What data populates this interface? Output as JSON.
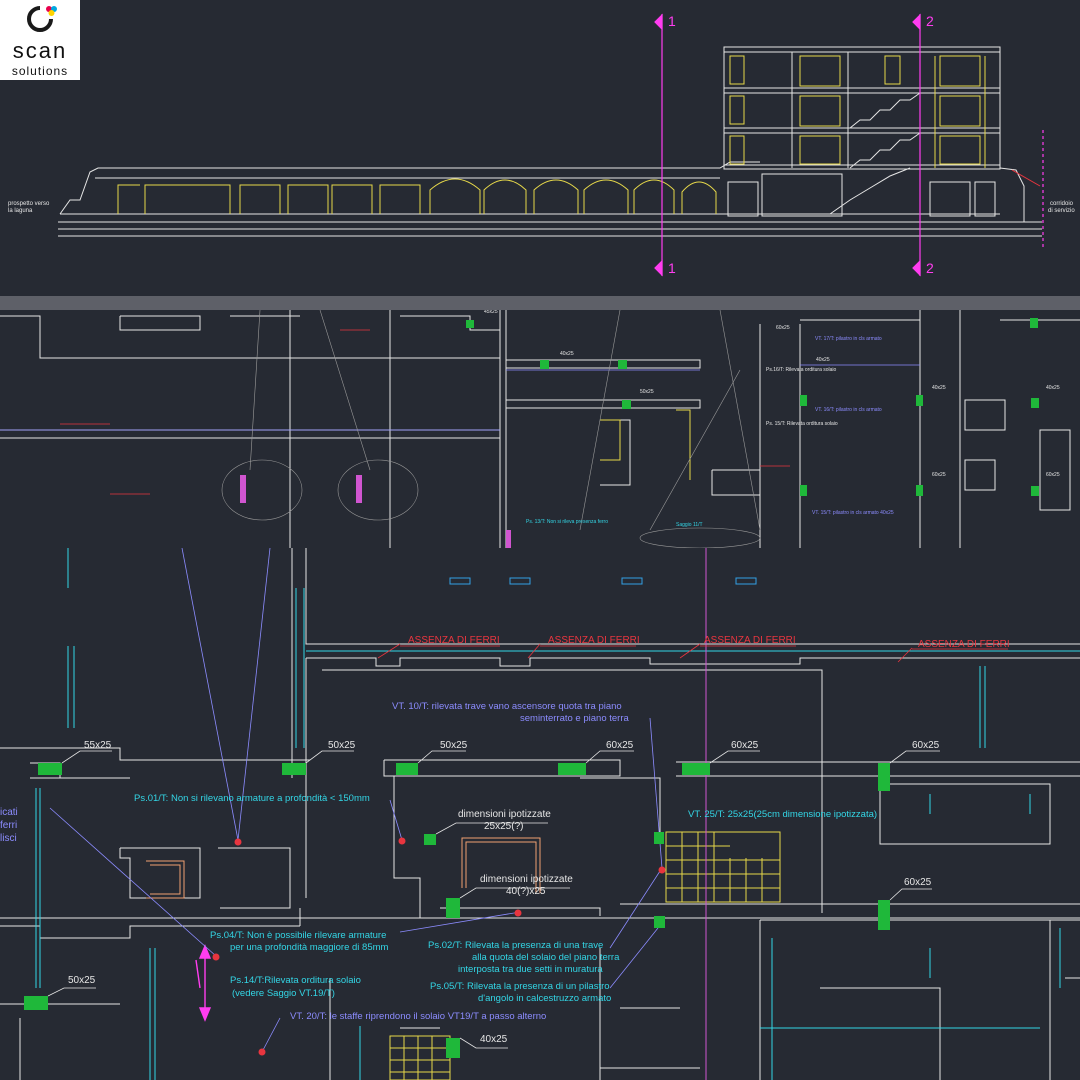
{
  "brand": {
    "line1": "scan",
    "line2": "solutions",
    "logo_colors": [
      "#e8004c",
      "#00a8e0",
      "#ffd400",
      "#1a1a1a"
    ]
  },
  "colors": {
    "background": "#262a33",
    "wall": "#e6e6e6",
    "structure": "#e6d84a",
    "element": "#33d6e6",
    "note": "#8c8cff",
    "alert": "#e8353f",
    "section_line": "#ff3df0",
    "survey": "#1fb83a",
    "rebar": "#f0a070"
  },
  "section_view": {
    "markers": [
      {
        "label": "1"
      },
      {
        "label": "1"
      },
      {
        "label": "2"
      },
      {
        "label": "2"
      }
    ],
    "left_note": [
      "prospetto verso",
      "la laguna"
    ],
    "right_note": [
      "corridoio",
      "di servizio"
    ]
  },
  "overview": {
    "labels": [
      "45x25",
      "40x25",
      "60x25",
      "40x25",
      "40x25",
      "60x25",
      "40x25",
      "60x25",
      "50x25"
    ],
    "notes": [
      "VT. 17/T: pilastro in cls armato",
      "VT. 16/T: pilastro in cls armato",
      "VT. 15/T: pilastro in cls armato 40x25",
      "Ps.16/T: Rilevata orditura solaio",
      "Ps. 15/T: Rilevata orditura solaio",
      "Ps. 13/T: Non si rileva presenza ferro",
      "Saggio 11/T"
    ]
  },
  "detail": {
    "absence_labels": [
      "ASSENZA DI FERRI",
      "ASSENZA DI FERRI",
      "ASSENZA DI FERRI",
      "ASSENZA DI FERRI"
    ],
    "dim_labels": [
      "55x25",
      "50x25",
      "50x25",
      "60x25",
      "60x25",
      "60x25",
      "60x25",
      "50x25",
      "40x25"
    ],
    "hypo_1": [
      "dimensioni ipotizzate",
      "25x25(?)"
    ],
    "hypo_2": [
      "dimensioni ipotizzate",
      "40(?)x25"
    ],
    "notes": {
      "vt10": [
        "VT. 10/T: rilevata trave vano ascensore  quota tra piano",
        "seminterrato e piano terra"
      ],
      "ps01": "Ps.01/T: Non si rilevano armature a profondità < 150mm",
      "vt25": "VT. 25/T: 25x25(25cm dimensione ipotizzata)",
      "ps04": [
        "Ps.04/T: Non è possibile rilevare armature",
        "per una profondità maggiore di 85mm"
      ],
      "ps02": [
        "Ps.02/T: Rilevata la presenza di una trave",
        "alla quota del solaio del piano terra",
        "interposta tra due setti in muratura"
      ],
      "ps14": [
        "Ps.14/T:Rilevata orditura solaio",
        "(vedere Saggio VT.19/T)"
      ],
      "ps05": [
        "Ps.05/T: Rilevata la presenza di un pilastro",
        "d'angolo in calcestruzzo armato"
      ],
      "vt20": "VT. 20/T: le staffe riprendono il solaio VT19/T a passo alterno",
      "left_cut": [
        "icati",
        "ferri",
        "lisci"
      ]
    }
  }
}
